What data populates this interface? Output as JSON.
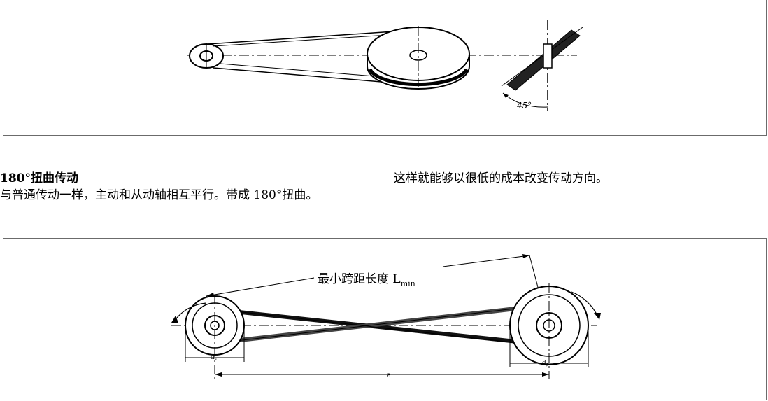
{
  "section": {
    "title": "180°扭曲传动",
    "body": "与普通传动一样，主动和从动轴相互平行。带成 180°扭曲。"
  },
  "right_text": "这样就能够以很低的成本改变传动方向。",
  "figure_top": {
    "angle_label": "45°"
  },
  "figure_bottom": {
    "span_label": "最小跨距长度 L",
    "span_label_subscript": "min",
    "dim_small_pulley": "d",
    "dim_small_sub": "k",
    "dim_large_pulley": "d",
    "dim_large_sub": "g",
    "dim_center_distance": "a"
  }
}
